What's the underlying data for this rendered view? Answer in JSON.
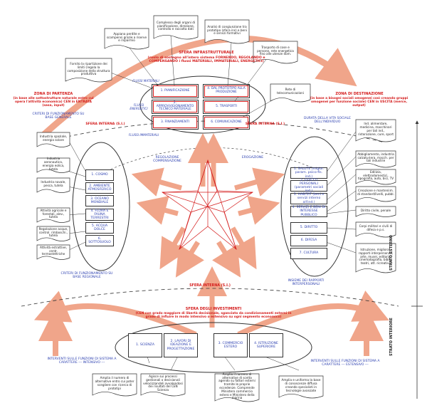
{
  "colors": {
    "arrow": "#f0a58a",
    "red": "#d41c1c",
    "blue": "#2b3fb0",
    "line": "#333333"
  },
  "notes_top": {
    "n1": "Fornito la ripartizione dei limiti (regola la composizione della struttura produttiva",
    "n2": "Appiana perdite e scompensi grazie a riserve e risparmio",
    "n3": "Complesso degli organi di pianificazione, direzione, controllo e raccolta dati",
    "n4": "Analisi di congiunzione tra prototipo (sfera ins) e beni e servizi formativi",
    "n5": "Trasporto di cose e persone, rete energetica fino alle utenze dom.",
    "n6": "Rete di telecomunicazioni"
  },
  "infra": {
    "title": "SFERA INFRASTRUTTURALE",
    "subtitle": "(ruolo di sostegno all'intero sistema FORNENDO, REGOLANDO e COMPENSANDO i flussi MATERIALI, IMMATERIALI, ENERGETICI)",
    "flussi_mat": "FLUSSI MATERIALI",
    "flussi_energ": "FLUSSI\nENERGETICI",
    "flussi_immat": "FLUSSI IMMATERIALI",
    "b1": "1. PIANIFICAZIONE",
    "b2": "2. APPROVVIGIONAMENTO TECNICO MATERIALE",
    "b3": "3. FINANZIAMENTI",
    "b4": "4. DAL PROTOTIPO ALLA PRODUZIONE",
    "b5": "5. TRASPORTI",
    "b6": "6. COMUNICAZIONE"
  },
  "zones": {
    "partenza_title": "ZONA DI PARTENZA",
    "partenza_sub": "(in base alle sottostrutture naturale entro cui opera l'attività economica) CEN in ENTRATA (sasa, input)",
    "dest_title": "ZONA DI DESTINAZIONE",
    "dest_sub": "(in base a bisogni sociali omogenei così creando gruppi omogenei per funzione sociale) CEN in USCITA (merce, output)"
  },
  "left": {
    "crit_top": "CRITERI DI FUNZIONAMENTO SU BASE GENERALE",
    "sfera": "SFERA INTERNA (S.I.)",
    "b1": "1. COSMO",
    "b2": "2. AMBIENTE ATMOSFERICO",
    "b3": "3. OCEANO MONDIALE",
    "b4": "4. FLORA E FAUNA TERRESTRI",
    "b5": "5. ACQUA DOLCE",
    "b6": "6. SOTTOSUOLO",
    "d1": "Industria spaziale, energia solare",
    "d2": "Industria aeronautica, energia eolica, tutela",
    "d3": "Industria navale, pesca, tutela",
    "d4": "Attività agricole e forestali, alev., tutela",
    "d5": "Regolazione acque, control. rimboschi., tutela",
    "d6": "Attività estrattive, centr. termoelettriche",
    "crit_bottom": "CRITERI DI FUNZIONAMENTO SU BASE REGIONALE"
  },
  "right": {
    "durata": "DURATA DELLA VITA SOCIALE DELL'INDIVIDUO",
    "sfera": "SFERA INTERNA (S.I.)",
    "b1": "1. SALUTE (migior. param. psico-fis. ind.)",
    "b2": "2. EFFETTI PERSONALI (parametri sociali ind.)",
    "b3": "3. HABITAT (beni e servizi interno all'ind.)",
    "b4": "4. SERVIZI E BENI DI INTERESSE PUBBLICO",
    "b5": "5. DIRITTO",
    "b6": "6. DIFESA",
    "b7": "7. CULTURA",
    "d1": "Ind. alimentare, medicina, macchinari per tali ind., ristorazione, cure, sport",
    "d2": "Abbigliamento, industria calzaturiera, macch. per tali industrie",
    "d3": "Edilizia, elettrodomestici, tipografia, auto, bici, TV",
    "d4": "Creazione e manteniim. di standard/livelli, pubbl.",
    "d5": "Diritto civile, penale",
    "d6": "Corpi militari e civili di difesa e p.s.",
    "d7": "Istruzione, migliorat. rapporti interpersonali, arte, musei, editoria, cinematografia, biblio. teatri, att. ricreative",
    "insieme": "INSIEME DEI RAPPORTI INTERPERSONALI"
  },
  "center": {
    "reg": "REGOLAZIONE COMPENSAZIONE",
    "erog": "EROGAZIONE",
    "sfera_interna": "SFERA INTERNA (S.I.)"
  },
  "invest": {
    "title": "SFERA DEGLI INVESTIMENTI",
    "sub": "(CEN con grado maggiore di libertà decisionale, sganciato da condizionamenti esterni in grado di influire in modo intensivo o estensivo su ogni segmento economico)",
    "b1": "1. SCIENZA",
    "b2": "2. LAVORI DI IDEAZIONE E PROGETTAZIONE",
    "b3": "3. COMMERCIO ESTERO",
    "b4": "4. ISTRUZIONE SUPERIORE",
    "int_left": "INTERVENTI SULLE FUNZIONI DI SISTEMA A CARATTERE --- INTENSIVO ---",
    "int_right": "INTERVENTI SULLE FUNZIONI DI SISTEMA A CARATTERE --- ESTENSIVO ---",
    "d1": "Amplia il numero di alternative entro cui poter scegliere con ricerca di prototipi",
    "d2": "Agisce sui processi gestionali o decisionali velocizzandoli avvalendosi dei risultati del CEN Scienza",
    "d3": "Amplia il numero di alternative di scelta agendo su fattori esterni tramite le proprie eccedenze. Comprende Ministero commercio estero e Ministero della marina",
    "d4": "Amplia e uniforma la base di conoscenze diffusa creando specialisti in tecnologie avanzate"
  },
  "side": {
    "esterno": "STRATO ESTERNO",
    "interno": "STRATO INTERIORE"
  }
}
